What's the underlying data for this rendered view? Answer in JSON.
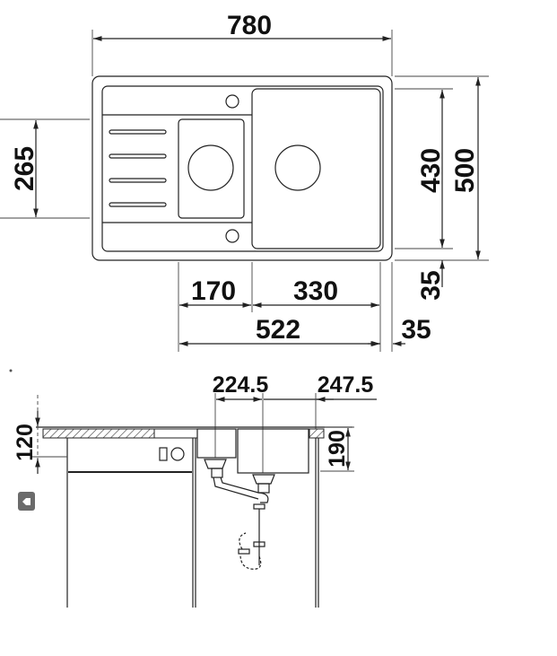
{
  "top_view": {
    "overall_width": "780",
    "overall_depth": "500",
    "bowl_depth": "430",
    "drainer_height": "265",
    "small_bowl_width": "170",
    "large_bowl_width": "330",
    "bowls_span": "522",
    "side_margin": "35",
    "rear_margin": "35"
  },
  "side_view": {
    "small_drain_offset": "224.5",
    "large_drain_offset": "247.5",
    "worktop_height": "120",
    "bowl_depth": "190"
  },
  "colors": {
    "line": "#222222",
    "button": "#6b6b6b"
  }
}
